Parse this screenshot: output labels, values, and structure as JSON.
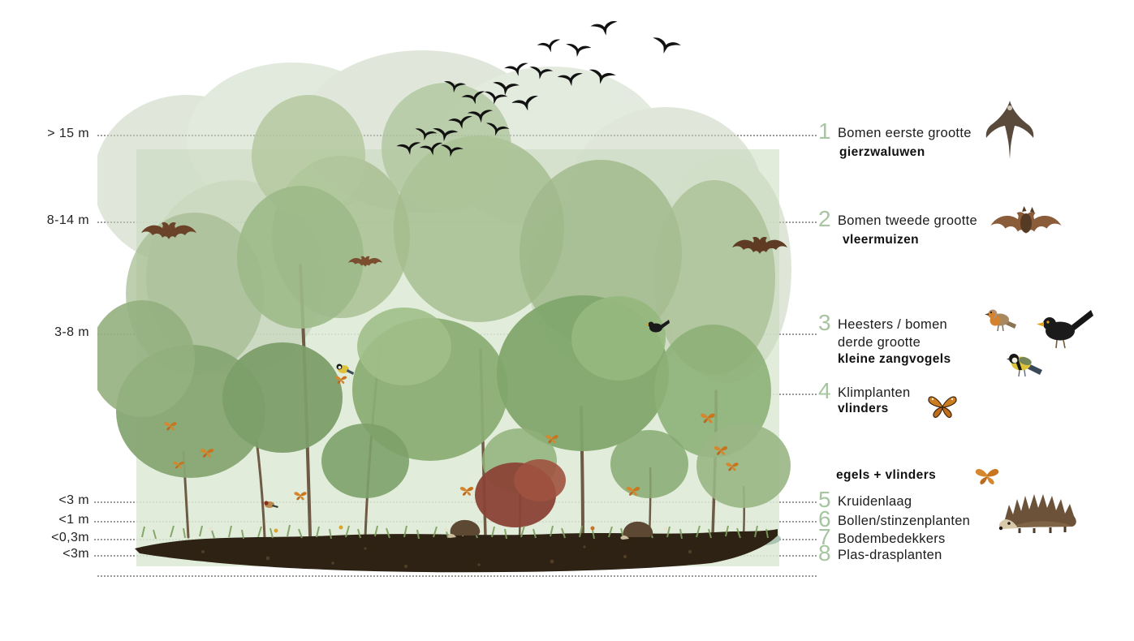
{
  "page": {
    "background": "#ffffff",
    "description": "Vegetatielagen dwarsdoorsnede diagram met fauna per laag"
  },
  "height_axis": [
    {
      "label": "> 15 m"
    },
    {
      "label": "8-14 m"
    },
    {
      "label": "3-8 m"
    },
    {
      "label": "<3 m"
    },
    {
      "label": "<1 m"
    },
    {
      "label": "<0,3m"
    },
    {
      "label": "<3m"
    }
  ],
  "layers": [
    {
      "num": "1",
      "label": "Bomen eerste grootte",
      "fauna": "gierzwaluwen"
    },
    {
      "num": "2",
      "label": "Bomen tweede grootte",
      "fauna": "vleermuizen"
    },
    {
      "num": "3",
      "label": "Heesters / bomen derde grootte",
      "fauna": "kleine zangvogels"
    },
    {
      "num": "4",
      "label": "Klimplanten",
      "fauna": "vlinders"
    },
    {
      "num": "5",
      "label": "Kruidenlaag",
      "fauna": ""
    },
    {
      "num": "6",
      "label": "Bollen/stinzenplanten",
      "fauna": ""
    },
    {
      "num": "7",
      "label": "Bodembedekkers",
      "fauna": ""
    },
    {
      "num": "8",
      "label": "Plas-drasplanten",
      "fauna": ""
    }
  ],
  "ground_fauna_label": "egels + vlinders",
  "fauna_icons": [
    {
      "name": "swift-icon",
      "layer": "1"
    },
    {
      "name": "bat-icon",
      "layer": "2"
    },
    {
      "name": "robin-icon",
      "layer": "3"
    },
    {
      "name": "blackbird-icon",
      "layer": "3"
    },
    {
      "name": "great-tit-icon",
      "layer": "3"
    },
    {
      "name": "butterfly-icon",
      "layer": "4"
    },
    {
      "name": "butterfly-icon",
      "layer": "5-8"
    },
    {
      "name": "hedgehog-icon",
      "layer": "5-8"
    }
  ],
  "colors": {
    "accent_green": "#a6c5a0",
    "text": "#1c1c1c",
    "dotted_line": "#9a9a9a",
    "soil": "#2e2214",
    "backdrop_green": "#dcead4"
  }
}
